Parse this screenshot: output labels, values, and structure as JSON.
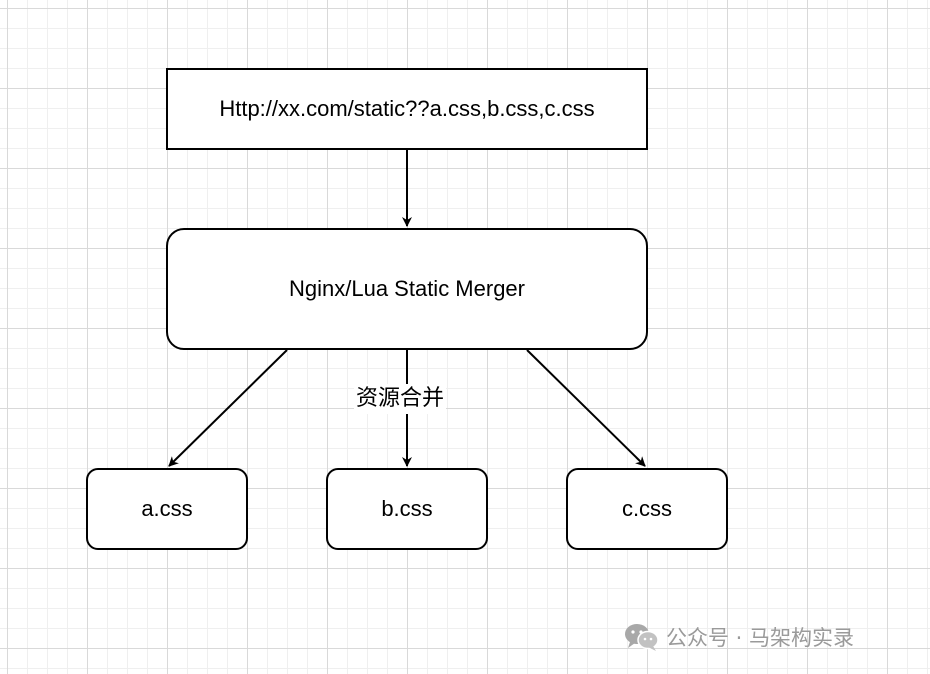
{
  "diagram": {
    "url_node": {
      "label": "Http://xx.com/static??a.css,b.css,c.css"
    },
    "merger_node": {
      "label": "Nginx/Lua Static Merger"
    },
    "edge_label": "资源合并",
    "file_nodes": [
      {
        "label": "a.css"
      },
      {
        "label": "b.css"
      },
      {
        "label": "c.css"
      }
    ]
  },
  "watermark": {
    "icon": "wechat-icon",
    "text": "公众号 · 马架构实录"
  },
  "colors": {
    "stroke": "#000000",
    "watermark": "#9a9a9a",
    "grid": "#d9d9d9"
  }
}
